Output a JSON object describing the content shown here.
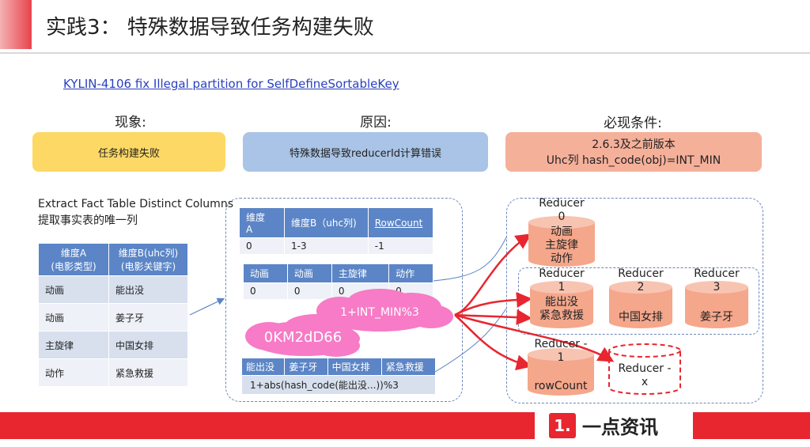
{
  "title": "实践3： 特殊数据导致任务构建失败",
  "link": "KYLIN-4106 fix Illegal partition for SelfDefineSortableKey",
  "columns": {
    "phenomenon": {
      "label": "现象:",
      "box": "任务构建失败"
    },
    "cause": {
      "label": "原因:",
      "box": "特殊数据导致reducerId计算错误"
    },
    "condition": {
      "label": "必现条件:",
      "line1": "2.6.3及之前版本",
      "line2": "Uhc列  hash_code(obj)=INT_MIN"
    }
  },
  "left": {
    "caption1": "Extract Fact Table Distinct Columns",
    "caption2": "提取事实表的唯一列",
    "table": {
      "headers": [
        "维度A\n(电影类型)",
        "维度B(uhc列)\n(电影关键字)"
      ],
      "rows": [
        [
          "动画",
          "能出没"
        ],
        [
          "动画",
          "姜子牙"
        ],
        [
          "主旋律",
          "中国女排"
        ],
        [
          "动作",
          "紧急救援"
        ]
      ]
    }
  },
  "middle": {
    "table1": {
      "headers": [
        "维度\nA",
        "维度B（uhc列)",
        "RowCount"
      ],
      "row": [
        "0",
        "1-3",
        "-1"
      ]
    },
    "table2": {
      "headers": [
        "动画",
        "动画",
        "主旋律",
        "动作"
      ],
      "row": [
        "0",
        "0",
        "0",
        "0"
      ]
    },
    "table3": {
      "headers": [
        "能出没",
        "姜子牙",
        "中国女排",
        "紧急救援"
      ],
      "formula": "1+abs(hash_code(能出没...))%3"
    },
    "cloud1": "1+INT_MIN%3",
    "cloud2": "0KM2dD66"
  },
  "right": {
    "reducer0": {
      "label": "Reducer\n0",
      "content": "动画\n主旋律\n动作"
    },
    "reducer1": {
      "label": "Reducer\n1",
      "content": "能出没\n紧急救援"
    },
    "reducer2": {
      "label": "Reducer\n2",
      "content": "中国女排"
    },
    "reducer3": {
      "label": "Reducer\n3",
      "content": "姜子牙"
    },
    "reducerMinus1": {
      "label": "Reducer -\n1",
      "content": "rowCount"
    },
    "reducerX": {
      "label": "Reducer -\nx"
    }
  },
  "footer": {
    "logo_mark": "1.",
    "logo_text": "一点资讯"
  },
  "colors": {
    "accent": "#e8262f",
    "yellow": "#fdd865",
    "blue": "#a9c4e6",
    "salmon": "#f5b09a",
    "cloud": "#f77bc6",
    "tableHeader": "#5b85c6"
  }
}
